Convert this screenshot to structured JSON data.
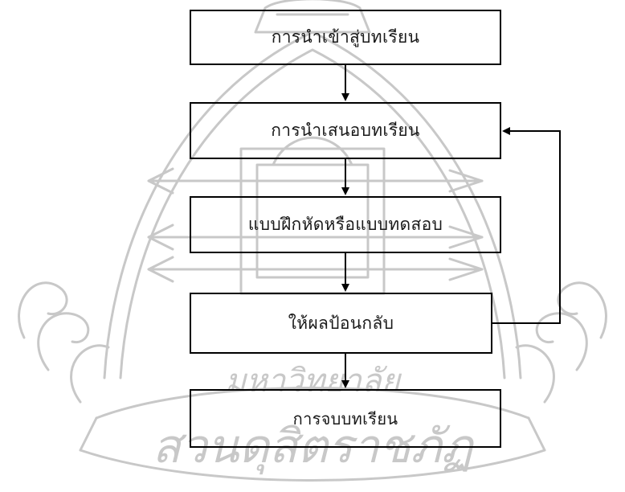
{
  "flowchart": {
    "steps": [
      {
        "label": "การนำเข้าสู่บทเรียน"
      },
      {
        "label": "การนำเสนอบทเรียน"
      },
      {
        "label": "แบบฝึกหัดหรือแบบทดสอบ"
      },
      {
        "label": "ให้ผลป้อนกลับ"
      },
      {
        "label": "การจบบทเรียน"
      }
    ],
    "feedback_loop": {
      "from_step": 4,
      "to_step": 2
    }
  },
  "watermark": {
    "text_line1": "มหาวิทยาลัย",
    "text_line2": "สวนดุสิตราชภัฏ"
  },
  "colors": {
    "line": "#000000",
    "watermark": "#c8c8c8",
    "text": "#1a1a1a"
  }
}
